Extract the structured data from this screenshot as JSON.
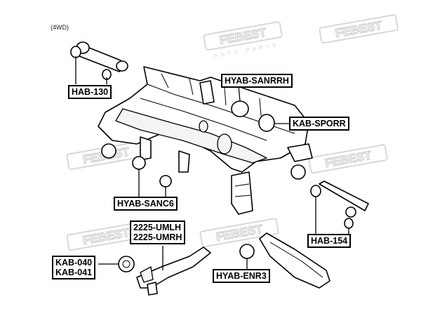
{
  "diagram": {
    "variant_note": "(4WD)",
    "watermark": {
      "brand": "FEBEST",
      "subtext": "AUTO PARTS"
    },
    "part_labels": [
      {
        "id": "hab-130",
        "lines": [
          "HAB-130"
        ]
      },
      {
        "id": "hyab-sanrrh",
        "lines": [
          "HYAB-SANRRH"
        ]
      },
      {
        "id": "kab-sporr",
        "lines": [
          "KAB-SPORR"
        ]
      },
      {
        "id": "hyab-sanc6",
        "lines": [
          "HYAB-SANC6"
        ]
      },
      {
        "id": "hab-154",
        "lines": [
          "HAB-154"
        ]
      },
      {
        "id": "2225-uml",
        "lines": [
          "2225-UMLH",
          "2225-UMRH"
        ]
      },
      {
        "id": "kab-040",
        "lines": [
          "KAB-040",
          "KAB-041"
        ]
      },
      {
        "id": "hyab-enr3",
        "lines": [
          "HYAB-ENR3"
        ]
      }
    ]
  }
}
